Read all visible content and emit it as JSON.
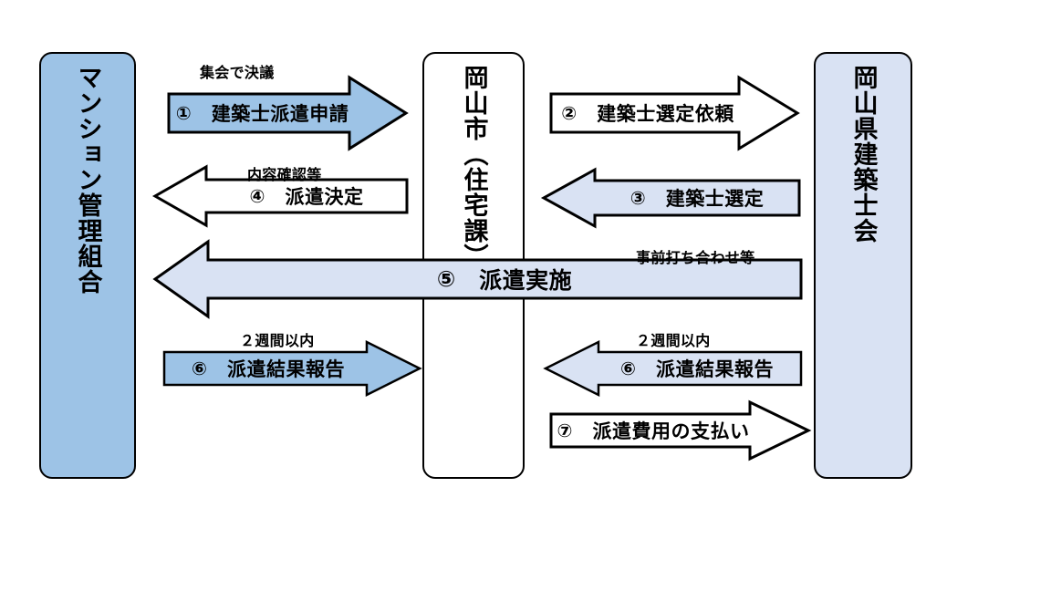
{
  "diagram": {
    "title": "",
    "colors": {
      "entity_blue": "#9DC3E6",
      "entity_light_blue": "#D9E2F3",
      "entity_white": "#FFFFFF",
      "outline": "#000000",
      "arrow_blue": "#9DC3E6",
      "arrow_light_blue": "#D9E2F3",
      "arrow_white": "#FFFFFF"
    },
    "entities": [
      {
        "id": "mansion",
        "label": "マンション管理組合",
        "fill": "#9DC3E6"
      },
      {
        "id": "city",
        "label": "岡山市（住宅課）",
        "fill": "#FFFFFF"
      },
      {
        "id": "association",
        "label": "岡山県建築士会",
        "fill": "#D9E2F3"
      }
    ],
    "arrows": [
      {
        "id": "step1",
        "number": "①",
        "label": "建築士派遣申請",
        "note": "集会で決議",
        "direction": "right",
        "fill": "#9DC3E6",
        "from": "mansion",
        "to": "city"
      },
      {
        "id": "step2",
        "number": "②",
        "label": "建築士選定依頼",
        "note": "",
        "direction": "right",
        "fill": "#FFFFFF",
        "from": "city",
        "to": "association"
      },
      {
        "id": "step4",
        "number": "④",
        "label": "派遣決定",
        "note": "内容確認等",
        "direction": "left",
        "fill": "#FFFFFF",
        "from": "city",
        "to": "mansion"
      },
      {
        "id": "step3",
        "number": "③",
        "label": "建築士選定",
        "note": "",
        "direction": "left",
        "fill": "#D9E2F3",
        "from": "association",
        "to": "city"
      },
      {
        "id": "step5",
        "number": "⑤",
        "label": "派遣実施",
        "note": "事前打ち合わせ等",
        "direction": "left",
        "fill": "#D9E2F3",
        "from": "association",
        "to": "mansion"
      },
      {
        "id": "step6-left",
        "number": "⑥",
        "label": "派遣結果報告",
        "note": "２週間以内",
        "direction": "right",
        "fill": "#9DC3E6",
        "from": "mansion",
        "to": "city"
      },
      {
        "id": "step6-right",
        "number": "⑥",
        "label": "派遣結果報告",
        "note": "２週間以内",
        "direction": "left",
        "fill": "#D9E2F3",
        "from": "association",
        "to": "city"
      },
      {
        "id": "step7",
        "number": "⑦",
        "label": "派遣費用の支払い",
        "note": "",
        "direction": "right",
        "fill": "#FFFFFF",
        "from": "city",
        "to": "association"
      }
    ]
  }
}
